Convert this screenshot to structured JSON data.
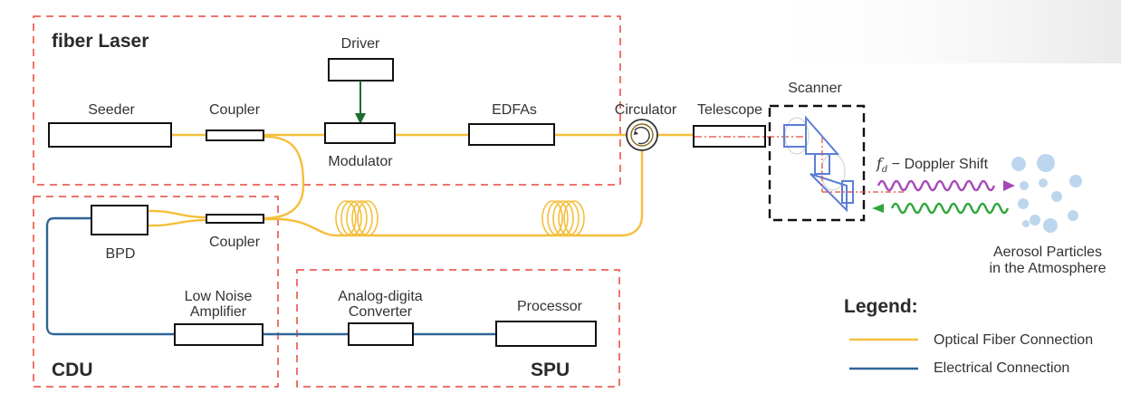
{
  "groups": {
    "fiber_laser": "fiber Laser",
    "cdu": "CDU",
    "spu": "SPU"
  },
  "components": {
    "driver": "Driver",
    "seeder": "Seeder",
    "coupler_top": "Coupler",
    "modulator": "Modulator",
    "edfas": "EDFAs",
    "circulator": "Circulator",
    "telescope": "Telescope",
    "scanner": "Scanner",
    "bpd": "BPD",
    "coupler_bottom": "Coupler",
    "lna_line1": "Low Noise",
    "lna_line2": "Amplifier",
    "adc_line1": "Analog-digita",
    "adc_line2": "Converter",
    "processor": "Processor"
  },
  "doppler": {
    "symbol": "f",
    "subscript": "d",
    "label": " − Doppler Shift"
  },
  "aerosol": {
    "line1": "Aerosol Particles",
    "line2": "in the Atmosphere"
  },
  "legend": {
    "title": "Legend:",
    "items": [
      {
        "label": "Optical Fiber Connection",
        "color": "#f5bf3c"
      },
      {
        "label": "Electrical Connection",
        "color": "#2f6497"
      }
    ]
  },
  "colors": {
    "fiber": "#f5bf3c",
    "electrical": "#2f6497",
    "group_border": "#e8463a",
    "scanner_border": "#111111",
    "scanner_mirrors": "#5b7ed6",
    "laser_beam": "#e8463a",
    "driver_arrow": "#1e6b2e",
    "outgoing_wave": "#a64ab8",
    "return_wave": "#2fa63c",
    "particles": "#bcd6ee"
  }
}
